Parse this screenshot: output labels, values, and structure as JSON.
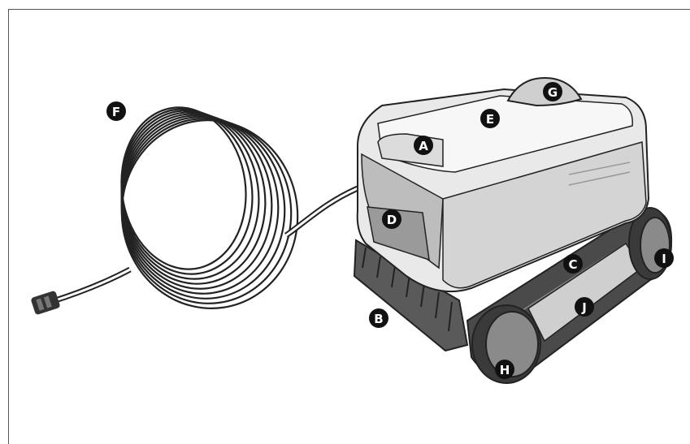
{
  "figure": {
    "callouts": [
      {
        "id": "A",
        "label": "A"
      },
      {
        "id": "B",
        "label": "B"
      },
      {
        "id": "C",
        "label": "C"
      },
      {
        "id": "D",
        "label": "D"
      },
      {
        "id": "E",
        "label": "E"
      },
      {
        "id": "F",
        "label": "F"
      },
      {
        "id": "G",
        "label": "G"
      },
      {
        "id": "H",
        "label": "H"
      },
      {
        "id": "I",
        "label": "I"
      },
      {
        "id": "J",
        "label": "J"
      }
    ]
  }
}
